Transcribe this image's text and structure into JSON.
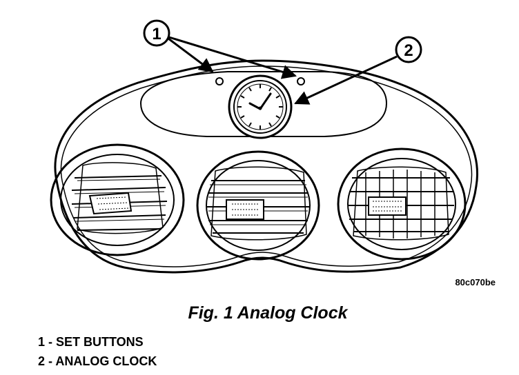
{
  "callouts": [
    {
      "number": "1"
    },
    {
      "number": "2"
    }
  ],
  "reference_code": "80c070be",
  "figure_caption": "Fig. 1 Analog Clock",
  "legend": [
    {
      "text": "1 - SET BUTTONS"
    },
    {
      "text": "2 - ANALOG CLOCK"
    }
  ],
  "colors": {
    "ink": "#000000",
    "paper": "#ffffff"
  }
}
